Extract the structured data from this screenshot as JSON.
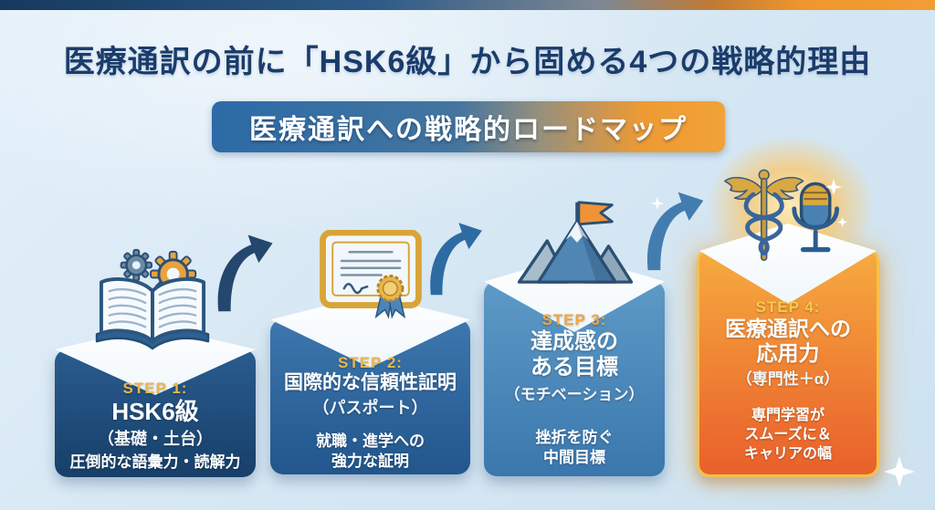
{
  "header": {
    "title": "医療通訳の前に「HSK6級」から固める4つの戦略的理由",
    "banner": "医療通訳への戦略的ロードマップ"
  },
  "steps": [
    {
      "label": "STEP 1:",
      "title_lines": [
        "HSK6級"
      ],
      "subtitle": "（基礎・土台）",
      "desc_lines": [
        "圧倒的な語彙力・読解力"
      ],
      "icon": "book-gears-icon",
      "box_color": "#1d4c7c"
    },
    {
      "label": "STEP 2:",
      "title_lines": [
        "国際的な信頼性証明"
      ],
      "subtitle": "（パスポート）",
      "desc_lines": [
        "就職・進学への",
        "強力な証明"
      ],
      "icon": "certificate-icon",
      "box_color": "#2e6aa0"
    },
    {
      "label": "STEP 3:",
      "title_lines": [
        "達成感の",
        "ある目標"
      ],
      "subtitle": "（モチベーション）",
      "desc_lines": [
        "挫折を防ぐ",
        "中間目標"
      ],
      "icon": "mountain-flag-icon",
      "box_color": "#4886b8"
    },
    {
      "label": "STEP 4:",
      "title_lines": [
        "医療通訳への",
        "応用力"
      ],
      "subtitle": "（専門性＋α）",
      "desc_lines": [
        "専門学習が",
        "スムーズに＆",
        "キャリアの幅"
      ],
      "icon": "caduceus-microphone-icon",
      "box_color": "#ef8a35"
    }
  ],
  "colors": {
    "background": "#d7e8f4",
    "title_text": "#1b3c6b",
    "step_label_gold": "#e9b74e",
    "banner_blue": "#2c6ba7",
    "banner_orange": "#f0a238",
    "arrow_dark": "#24476e",
    "arrow_blue": "#2e6ba3",
    "step4_border_gold": "#f4c14c"
  }
}
